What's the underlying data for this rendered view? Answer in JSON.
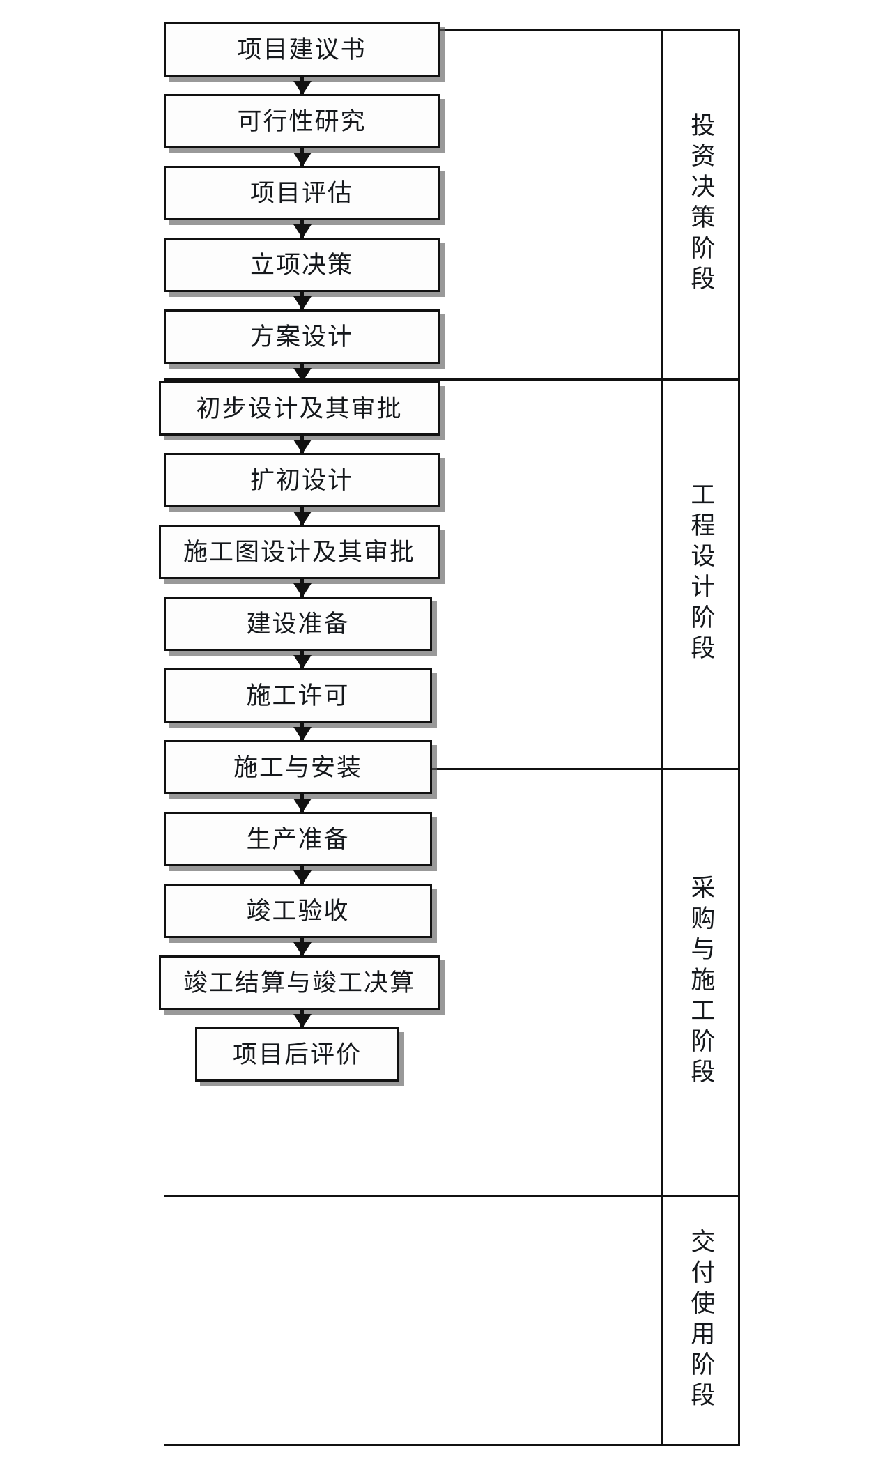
{
  "diagram": {
    "type": "flowchart",
    "orientation": "vertical",
    "title_visible": false,
    "colors": {
      "node_border": "#111111",
      "node_fill": "#fdfdfd",
      "shadow": "#5a5a5a",
      "text": "#15181c",
      "frame": "#111111"
    },
    "nodes": [
      {
        "id": "n1",
        "label": "项目建议书",
        "stage": "s1"
      },
      {
        "id": "n2",
        "label": "可行性研究",
        "stage": "s1"
      },
      {
        "id": "n3",
        "label": "项目评估",
        "stage": "s1"
      },
      {
        "id": "n4",
        "label": "立项决策",
        "stage": "s1"
      },
      {
        "id": "n5",
        "label": "方案设计",
        "stage": "s2"
      },
      {
        "id": "n6",
        "label": "初步设计及其审批",
        "stage": "s2"
      },
      {
        "id": "n7",
        "label": "扩初设计",
        "stage": "s2"
      },
      {
        "id": "n8",
        "label": "施工图设计及其审批",
        "stage": "s2"
      },
      {
        "id": "n9",
        "label": "建设准备",
        "stage": "s3"
      },
      {
        "id": "n10",
        "label": "施工许可",
        "stage": "s3"
      },
      {
        "id": "n11",
        "label": "施工与安装",
        "stage": "s3"
      },
      {
        "id": "n12",
        "label": "生产准备",
        "stage": "s3"
      },
      {
        "id": "n13",
        "label": "竣工验收",
        "stage": "s4"
      },
      {
        "id": "n14",
        "label": "竣工结算与竣工决算",
        "stage": "s4"
      },
      {
        "id": "n15",
        "label": "项目后评价",
        "stage": "s4"
      }
    ],
    "edges": [
      {
        "from": "n1",
        "to": "n2"
      },
      {
        "from": "n2",
        "to": "n3"
      },
      {
        "from": "n3",
        "to": "n4"
      },
      {
        "from": "n4",
        "to": "n5"
      },
      {
        "from": "n5",
        "to": "n6"
      },
      {
        "from": "n6",
        "to": "n7"
      },
      {
        "from": "n7",
        "to": "n8"
      },
      {
        "from": "n8",
        "to": "n9"
      },
      {
        "from": "n9",
        "to": "n10"
      },
      {
        "from": "n10",
        "to": "n11"
      },
      {
        "from": "n11",
        "to": "n12"
      },
      {
        "from": "n12",
        "to": "n13"
      },
      {
        "from": "n13",
        "to": "n14"
      },
      {
        "from": "n14",
        "to": "n15"
      }
    ],
    "stages": [
      {
        "id": "s1",
        "label": "投资决策阶段",
        "node_ids": [
          "n1",
          "n2",
          "n3",
          "n4"
        ]
      },
      {
        "id": "s2",
        "label": "工程设计阶段",
        "node_ids": [
          "n5",
          "n6",
          "n7",
          "n8"
        ]
      },
      {
        "id": "s3",
        "label": "采购与施工阶段",
        "node_ids": [
          "n9",
          "n10",
          "n11",
          "n12"
        ]
      },
      {
        "id": "s4",
        "label": "交付使用阶段",
        "node_ids": [
          "n13",
          "n14",
          "n15"
        ]
      }
    ]
  }
}
